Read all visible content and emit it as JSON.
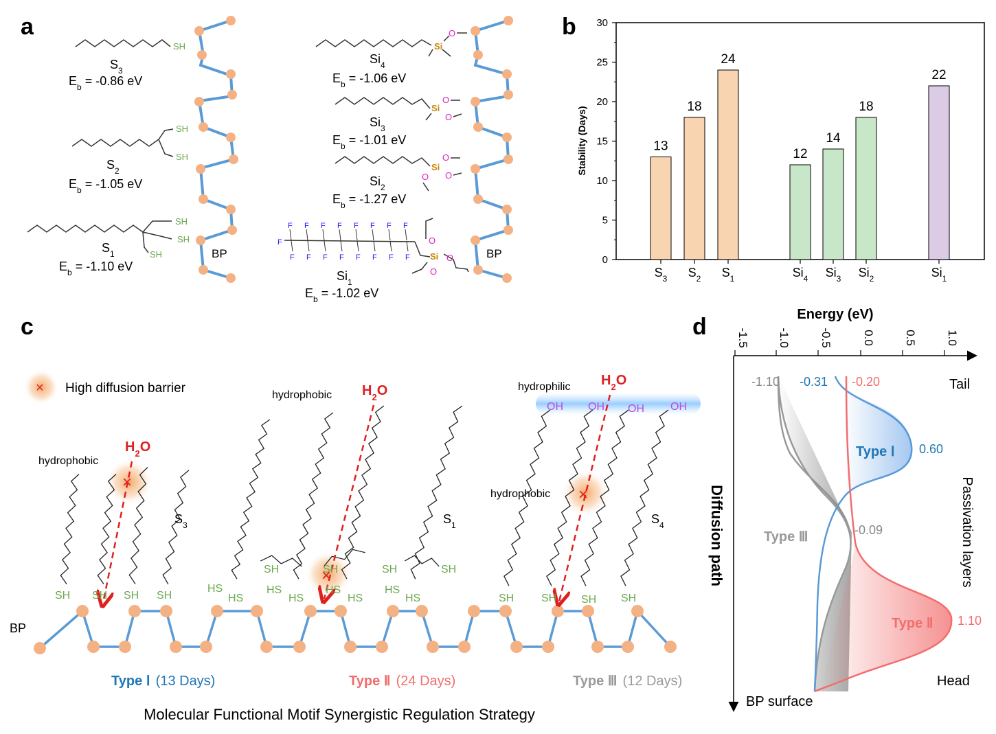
{
  "panels": {
    "a": "a",
    "b": "b",
    "c": "c",
    "d": "d"
  },
  "panel_a": {
    "left_molecules": [
      {
        "name": "S",
        "sub": "3",
        "eb": "E",
        "eb_sub": "b",
        "eb_val": " = -0.86 eV"
      },
      {
        "name": "S",
        "sub": "2",
        "eb": "E",
        "eb_sub": "b",
        "eb_val": " = -1.05 eV"
      },
      {
        "name": "S",
        "sub": "1",
        "eb": "E",
        "eb_sub": "b",
        "eb_val": " = -1.10 eV"
      }
    ],
    "right_molecules": [
      {
        "name": "Si",
        "sub": "4",
        "eb": "E",
        "eb_sub": "b",
        "eb_val": " = -1.06 eV"
      },
      {
        "name": "Si",
        "sub": "3",
        "eb": "E",
        "eb_sub": "b",
        "eb_val": " = -1.01 eV"
      },
      {
        "name": "Si",
        "sub": "2",
        "eb": "E",
        "eb_sub": "b",
        "eb_val": " = -1.27 eV"
      },
      {
        "name": "Si",
        "sub": "1",
        "eb": "E",
        "eb_sub": "b",
        "eb_val": " = -1.02 eV"
      }
    ],
    "sh": "SH",
    "si": "Si",
    "o": "O",
    "f": "F",
    "bp": "BP"
  },
  "chart_data": {
    "type": "bar",
    "ylabel": "Stability (Days)",
    "ylim": [
      0,
      30
    ],
    "yticks": [
      "0",
      "5",
      "10",
      "15",
      "20",
      "25",
      "30"
    ],
    "categories": [
      {
        "name": "S",
        "sub": "3"
      },
      {
        "name": "S",
        "sub": "2"
      },
      {
        "name": "S",
        "sub": "1"
      },
      {
        "name": "Si",
        "sub": "4"
      },
      {
        "name": "Si",
        "sub": "3"
      },
      {
        "name": "Si",
        "sub": "2"
      },
      {
        "name": "Si",
        "sub": "1"
      }
    ],
    "values": [
      13,
      18,
      24,
      12,
      14,
      18,
      22
    ],
    "value_labels": [
      "13",
      "18",
      "24",
      "12",
      "14",
      "18",
      "22"
    ],
    "colors": [
      "#f9d4b0",
      "#f9d4b0",
      "#f9d4b0",
      "#c8e6c8",
      "#c8e6c8",
      "#c8e6c8",
      "#dccbe4"
    ]
  },
  "panel_c": {
    "legend": "High diffusion barrier",
    "hydrophobic": "hydrophobic",
    "hydrophilic": "hydrophilic",
    "h2o": "H",
    "h2o_sub": "2",
    "h2o_o": "O",
    "oh": "OH",
    "sh": "SH",
    "hs": "HS",
    "bp": "BP",
    "chains": [
      {
        "name": "S",
        "sub": "3"
      },
      {
        "name": "S",
        "sub": "1"
      },
      {
        "name": "S",
        "sub": "4"
      }
    ],
    "types": [
      {
        "label": "Type Ⅰ",
        "days": "(13 Days)",
        "color": "#1f77b4"
      },
      {
        "label": "Type Ⅱ",
        "days": "(24 Days)",
        "color": "#f26d6d"
      },
      {
        "label": "Type Ⅲ",
        "days": "(12 Days)",
        "color": "#9a9a9a"
      }
    ],
    "caption": "Molecular Functional Motif Synergistic Regulation Strategy"
  },
  "panel_d": {
    "xlabel": "Energy (eV)",
    "xticks": [
      "-1.5",
      "-1.0",
      "-0.5",
      "0.0",
      "0.5",
      "1.0"
    ],
    "ylabel": "Diffusion path",
    "right_label": "Passivation layers",
    "tail": "Tail",
    "head": "Head",
    "surface": "BP surface",
    "curves": [
      {
        "name": "Type Ⅰ",
        "start": "-0.31",
        "peak": "0.60",
        "color": "#4a90e2"
      },
      {
        "name": "Type Ⅱ",
        "start": "-0.20",
        "peak": "1.10",
        "color": "#f26d6d"
      },
      {
        "name": "Type Ⅲ",
        "start": "-1.10",
        "peak": "-0.09",
        "color": "#999999"
      }
    ]
  }
}
